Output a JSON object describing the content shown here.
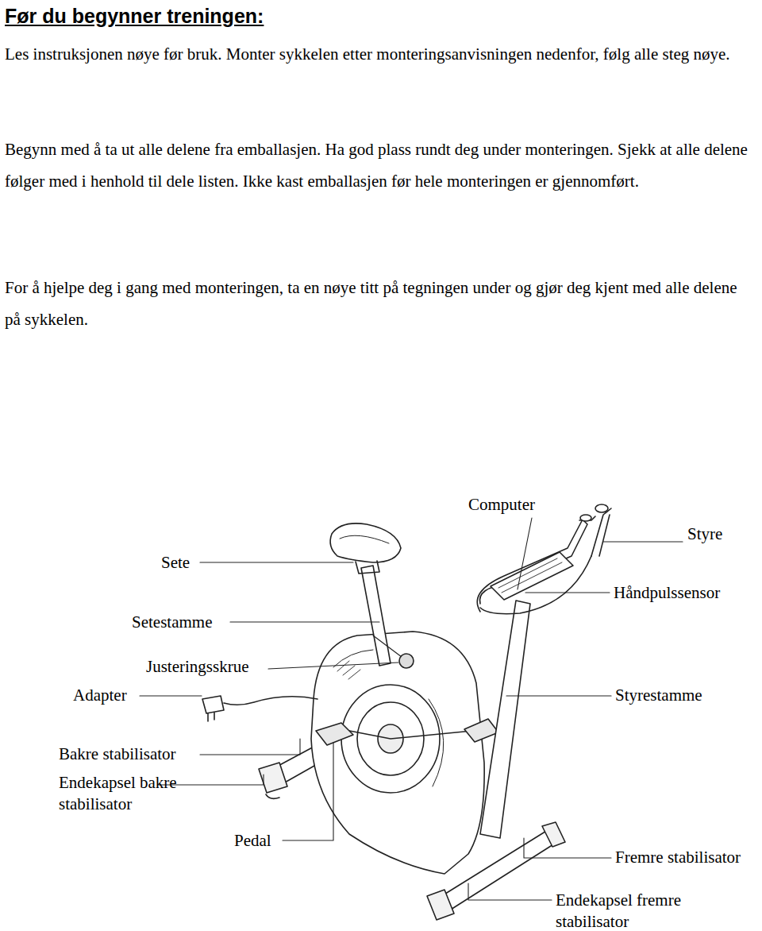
{
  "diagram": {
    "title": "Før du begynner treningen:",
    "labels": [
      "Les instruksjonen nøye før bruk. Monter sykkelen etter monteringsanvisningen nedenfor, følg alle steg nøye.",
      "Begynn med å ta ut alle delene fra emballasjen. Ha god plass rundt deg under monteringen. Sjekk at alle delene følger med i henhold til dele listen. Ikke kast emballasjen før hele monteringen er gjennomført.",
      "For å hjelpe deg i gang med monteringen, ta en nøye titt på tegningen under og gjør deg kjent med alle delene på sykkelen.",
      "Computer",
      "Styre",
      "Sete",
      "Håndpulssensor",
      "Setestamme",
      "Justeringsskrue",
      "Adapter",
      "Styrestamme",
      "Bakre stabilisator",
      "Endekapsel bakre stabilisator",
      "Pedal",
      "Fremre stabilisator",
      "Endekapsel fremre stabilisator"
    ]
  }
}
